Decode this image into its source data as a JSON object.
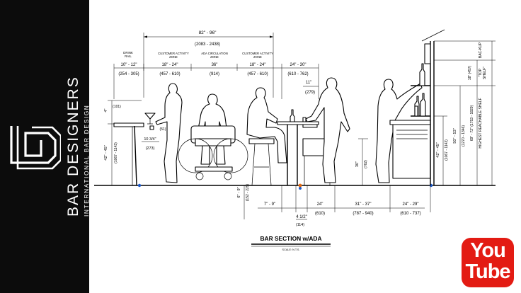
{
  "brand": {
    "name": "BAR DESIGNERS",
    "subtitle": "INTERNATIONAL BAR DESIGN"
  },
  "badge": {
    "line1": "You",
    "line2": "Tube",
    "color": "#e31b13"
  },
  "drawing": {
    "title": "BAR SECTION w/ADA",
    "scale": "SCALE: N.T.S.",
    "top_dims": {
      "overall": "82\" - 96\"",
      "overall_mm": "(2083 - 2438)"
    },
    "zone_labels": {
      "drink_rail": "DRINK\nRAIL",
      "customer_activity_1": "CUSTOMER ACTIVITY\nZONE",
      "ada_circulation": "ADA CIRCULATION\nZONE",
      "customer_activity_2": "CUSTOMER ACTIVITY\nZONE"
    },
    "row_dims": {
      "rail": "10\" - 12\"",
      "rail_mm": "(254 - 305)",
      "act1": "18\" - 24\"",
      "act1_mm": "(457 - 610)",
      "ada": "36\"",
      "ada_mm": "(914)",
      "act2": "18\" - 24\"",
      "act2_mm": "(457 - 610)",
      "bartop": "24\" - 30\"",
      "bartop_mm": "(610 - 762)",
      "top_overhang": "11\"",
      "top_overhang_mm": "(279)"
    },
    "left_dims": {
      "shelf": "4\"",
      "shelf_mm": "(101)",
      "rail_height": "42\" - 45\"",
      "rail_height_mm": "(1067 - 1143)",
      "b51": "(51)",
      "offset": "10 3/4\"",
      "offset_mm": "(273)"
    },
    "mid_dims": {
      "counter": "30\"",
      "counter_mm": "(762)",
      "below": "6\" - 9\"",
      "below_mm": "(152 - 229)"
    },
    "bottom_dims": {
      "d1": "7\" - 9\"",
      "d2": "24\"",
      "d2_mm": "(610)",
      "d3": "31\" - 37\"",
      "d3_mm": "(787 - 940)",
      "d4": "24\" - 29\"",
      "d4_mm": "(610 - 737)",
      "toe": "4 1/2\"",
      "toe_mm": "(114)"
    },
    "right_dims": {
      "r1": "42\" - 45\"",
      "r1_mm": "(1067 - 1143)",
      "r2": "50\" - 53\"",
      "r2_mm": "(1270 - 1346)",
      "r3": "69\" - 72\" (1753 - 1829)",
      "r4_label": "HIGHEST REACHABLE SHELF",
      "r5": "18\" (457)",
      "top_shelf": "\"TOP\nSHELF\"",
      "backup": "BAC-KUP"
    }
  }
}
